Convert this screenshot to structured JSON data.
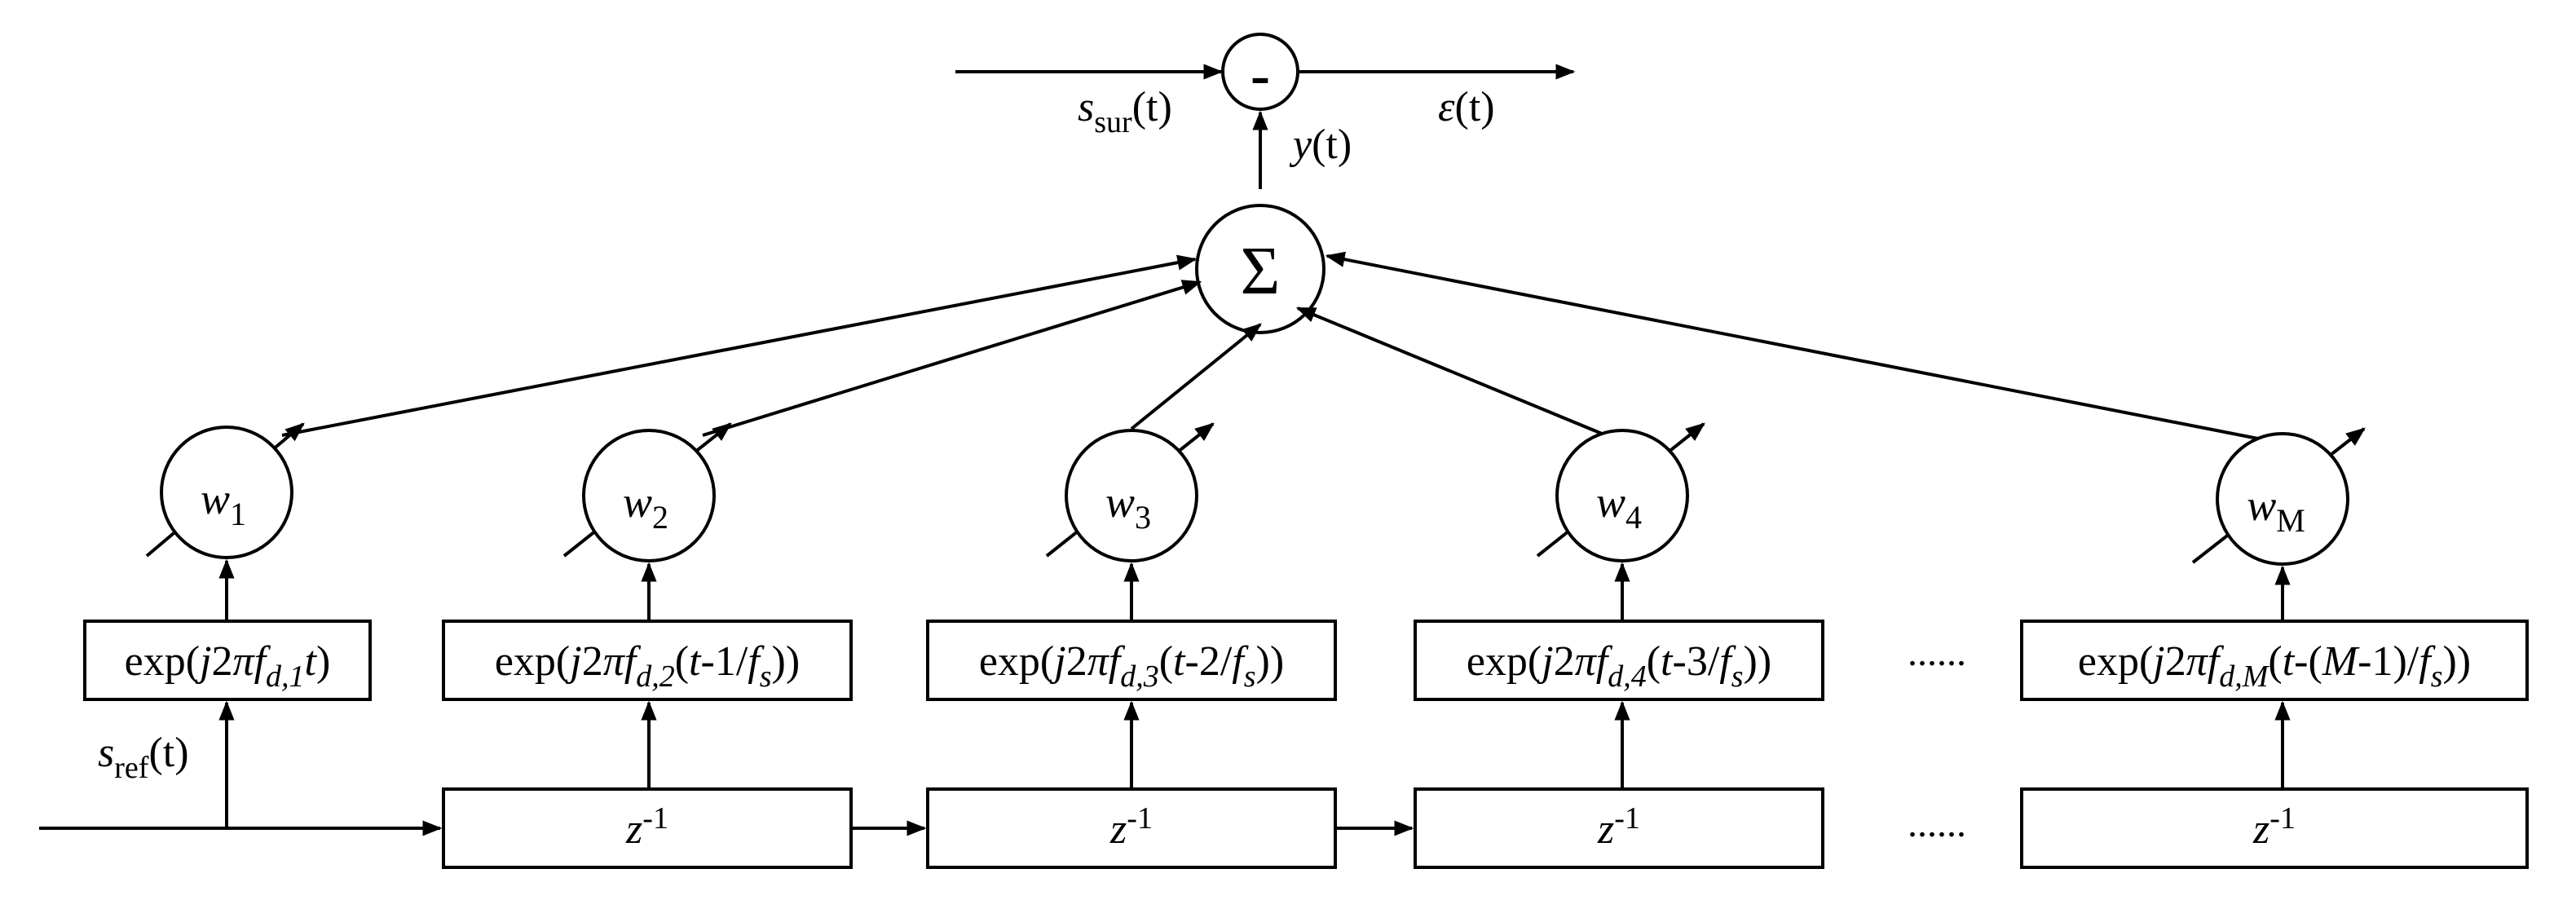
{
  "subtractor": {
    "symbol": "-"
  },
  "summer": {
    "symbol": "Σ"
  },
  "signals": {
    "s_sur": {
      "main": "s",
      "sub": "sur",
      "arg": "(t)"
    },
    "epsilon": {
      "main": "ε",
      "arg": "(t)"
    },
    "y": {
      "main": "y",
      "arg": "(t)"
    },
    "s_ref": {
      "main": "s",
      "sub": "ref",
      "arg": "(t)"
    }
  },
  "weights": [
    {
      "main": "w",
      "sub": "1"
    },
    {
      "main": "w",
      "sub": "2"
    },
    {
      "main": "w",
      "sub": "3"
    },
    {
      "main": "w",
      "sub": "4"
    },
    {
      "main": "w",
      "sub": "M"
    }
  ],
  "exp_boxes": [
    {
      "pre": "exp(",
      "j": "j",
      "mid": "2",
      "pi": "π",
      "f": "f",
      "sub": "d,1",
      "tail_a": "",
      "t": "t",
      "tail_b": "",
      "num": "",
      "tail_c": "",
      "close": ")"
    },
    {
      "pre": "exp(",
      "j": "j",
      "mid": "2",
      "pi": "π",
      "f": "f",
      "sub": "d,2",
      "tail_a": "(",
      "t": "t",
      "tail_b": "-1/",
      "num": "",
      "tail_c": "",
      "close": "))"
    },
    {
      "pre": "exp(",
      "j": "j",
      "mid": "2",
      "pi": "π",
      "f": "f",
      "sub": "d,3",
      "tail_a": "(",
      "t": "t",
      "tail_b": "-2/",
      "num": "",
      "tail_c": "",
      "close": "))"
    },
    {
      "pre": "exp(",
      "j": "j",
      "mid": "2",
      "pi": "π",
      "f": "f",
      "sub": "d,4",
      "tail_a": "(",
      "t": "t",
      "tail_b": "-3/",
      "num": "",
      "tail_c": "",
      "close": "))"
    },
    {
      "pre": "exp(",
      "j": "j",
      "mid": "2",
      "pi": "π",
      "f": "f",
      "sub": "d,M",
      "tail_a": "(",
      "t": "t",
      "tail_b": "-(",
      "num": "M",
      "tail_c": "-1)/",
      "close": "))"
    }
  ],
  "fs": {
    "main": "f",
    "sub": "s"
  },
  "delay": {
    "main": "z",
    "sup": "-1"
  },
  "ellipsis": "......"
}
